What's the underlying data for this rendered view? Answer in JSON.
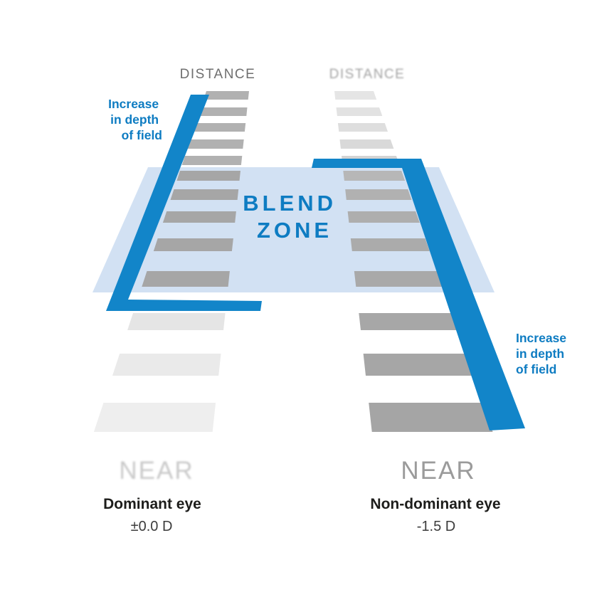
{
  "diagram": {
    "blend_zone": {
      "lines": [
        "BLEND",
        "ZONE"
      ]
    },
    "dominant": {
      "distance_label": "DISTANCE",
      "near_label": "NEAR",
      "eye_label": "Dominant eye",
      "power_label": "±0.0 D",
      "increase_lines": [
        "Increase",
        "in depth",
        "of field"
      ]
    },
    "nondominant": {
      "distance_label": "DISTANCE",
      "near_label": "NEAR",
      "eye_label": "Non-dominant eye",
      "power_label": "-1.5 D",
      "increase_lines": [
        "Increase",
        "in depth",
        "of field"
      ]
    }
  },
  "colors": {
    "accent_blue": "#1285c9",
    "accent_text_blue": "#0e7cc2",
    "blend_zone_fill": "#d2e1f3",
    "distance_text_sharp": "#6f6f6f",
    "distance_text_faded": "#a4a4a4",
    "near_text_faded": "#c9c9c9",
    "near_text_sharp": "#9b9b9b",
    "eye_text": "#1d1d1b",
    "power_text": "#3c3c3c",
    "dominant_rungs": [
      "#b1b1b1",
      "#b1b1b1",
      "#b1b1b1",
      "#b1b1b1",
      "#b1b1b1",
      "#a6a6a6",
      "#a6a6a6",
      "#a6a6a6",
      "#a6a6a6",
      "#a6a6a6",
      "#e5e5e5",
      "#eaeaea",
      "#eeeeee"
    ],
    "nondominant_rungs": [
      "#e5e5e5",
      "#e2e2e2",
      "#dedede",
      "#d9d9d9",
      "#d3d3d3",
      "#b7b7b7",
      "#b1b1b1",
      "#aeaeae",
      "#ababab",
      "#a9a9a9",
      "#a7a7a7",
      "#a6a6a6",
      "#a5a5a5"
    ]
  }
}
